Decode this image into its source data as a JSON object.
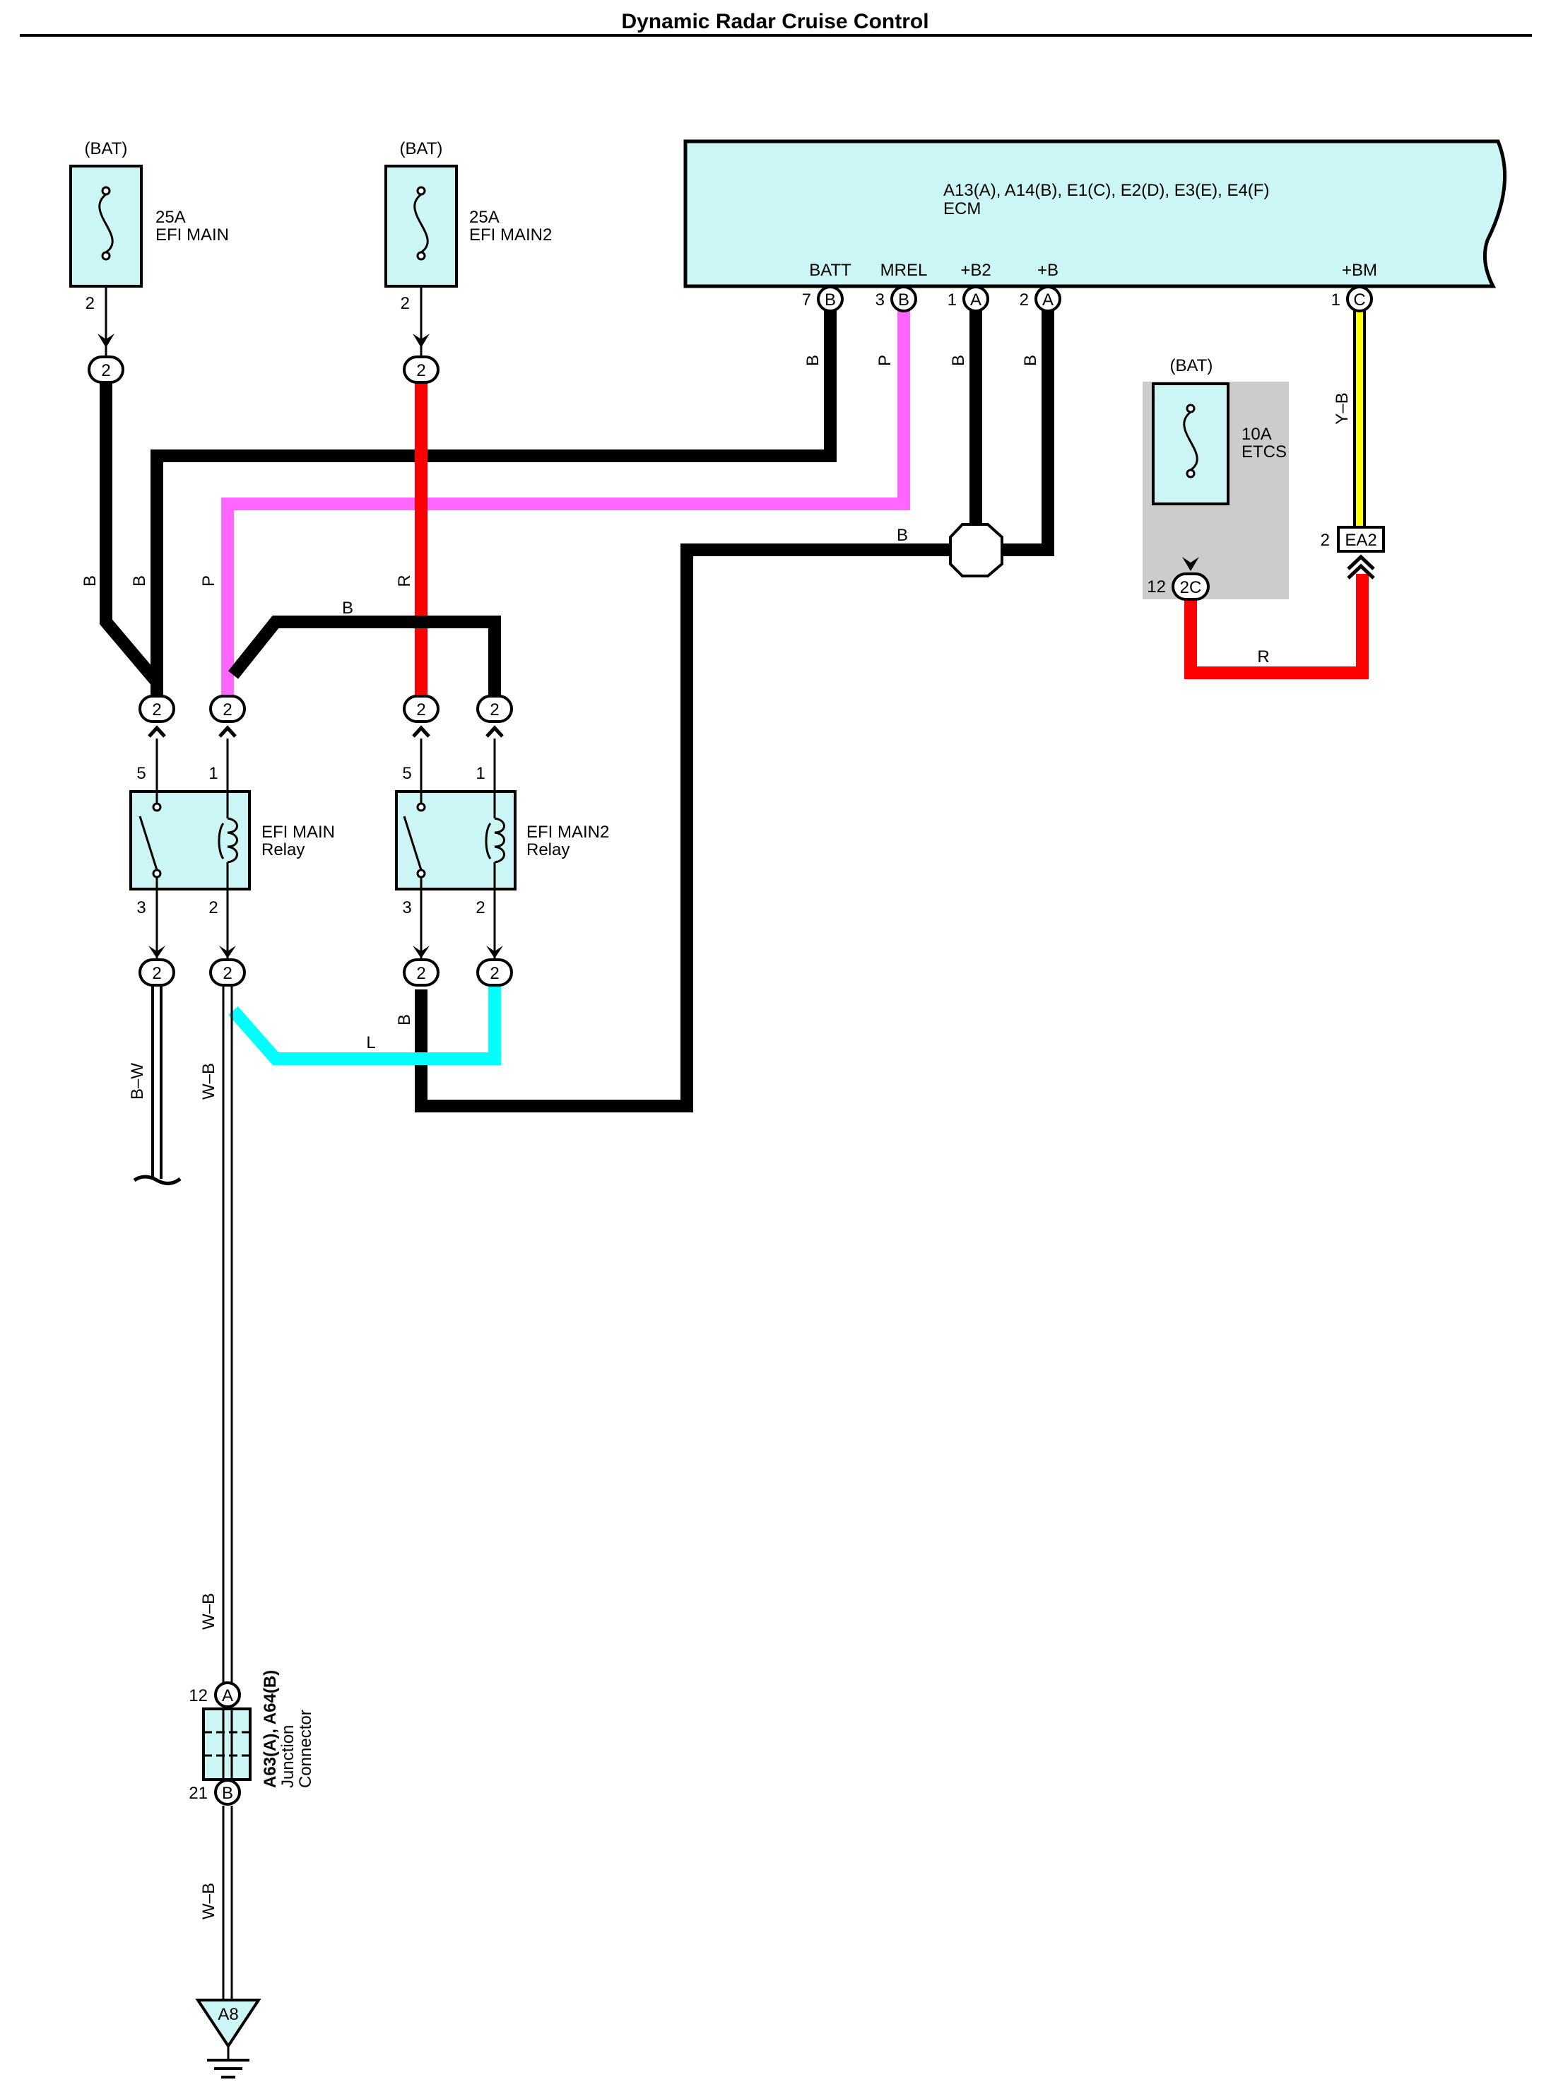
{
  "title": "Dynamic Radar Cruise Control",
  "colors": {
    "black": "#000000",
    "red": "#ff0000",
    "pink": "#ff66ff",
    "cyan": "#00ffff",
    "yellow": "#ffff00",
    "component_fill": "#ccf5f5",
    "shaded_area": "#cccccc"
  },
  "fuses": [
    {
      "source": "(BAT)",
      "rating": "25A",
      "name": "EFI MAIN",
      "pin": "2",
      "connector": "2"
    },
    {
      "source": "(BAT)",
      "rating": "25A",
      "name": "EFI MAIN2",
      "pin": "2",
      "connector": "2"
    },
    {
      "source": "(BAT)",
      "rating": "10A",
      "name": "ETCS",
      "pin": "12",
      "connector": "2C"
    }
  ],
  "ecm": {
    "connectors": "A13(A), A14(B), E1(C), E2(D), E3(E), E4(F)",
    "name": "ECM",
    "terminals": [
      {
        "label": "BATT",
        "pin": "7",
        "conn": "B"
      },
      {
        "label": "MREL",
        "pin": "3",
        "conn": "B"
      },
      {
        "label": "+B2",
        "pin": "1",
        "conn": "A"
      },
      {
        "label": "+B",
        "pin": "2",
        "conn": "A"
      },
      {
        "label": "+BM",
        "pin": "1",
        "conn": "C"
      }
    ]
  },
  "relays": [
    {
      "name": "EFI MAIN",
      "sub": "Relay",
      "pins": [
        "5",
        "1",
        "3",
        "2"
      ],
      "conns": [
        "2",
        "2",
        "2",
        "2"
      ]
    },
    {
      "name": "EFI MAIN2",
      "sub": "Relay",
      "pins": [
        "5",
        "1",
        "3",
        "2"
      ],
      "conns": [
        "2",
        "2",
        "2",
        "2"
      ]
    }
  ],
  "ea2": {
    "pin": "2",
    "label": "EA2"
  },
  "junction": {
    "name": "A63(A), A64(B)",
    "line2": "Junction",
    "line3": "Connector",
    "top_pin": "12",
    "top_conn": "A",
    "bottom_pin": "21",
    "bottom_conn": "B"
  },
  "ground": {
    "label": "A8"
  },
  "wire_labels": {
    "efi_main_b": "B",
    "batt_b": "B",
    "mrel_p": "P",
    "efi_main2_r": "R",
    "relay_bridge_b": "B",
    "ecm_batt_b": "B",
    "ecm_mrel_p": "P",
    "ecm_b2_b": "B",
    "ecm_b_b": "B",
    "splice_b": "B",
    "bm_yb": "Y–B",
    "etcs_r": "R",
    "relay2_l": "L",
    "relay2_out_b": "B",
    "bw": "B–W",
    "wb_1": "W–B",
    "wb_2": "W–B",
    "wb_3": "W–B"
  }
}
